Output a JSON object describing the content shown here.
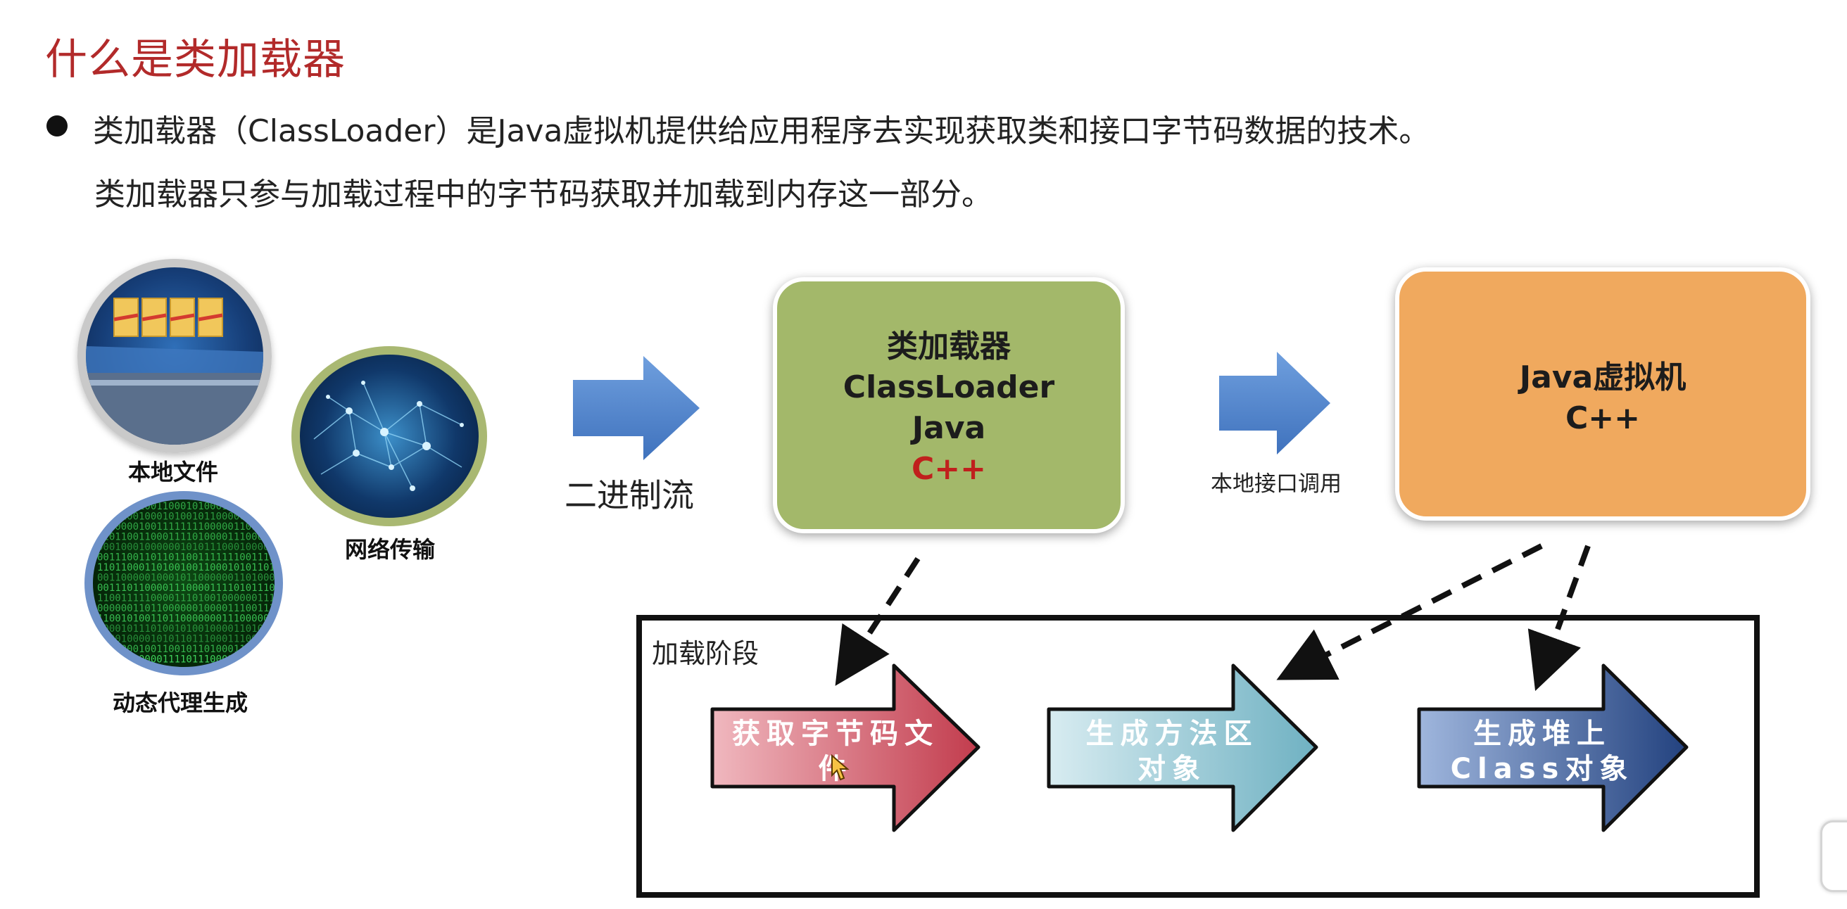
{
  "slide": {
    "title": "什么是类加载器",
    "line1": "类加载器（ClassLoader）是Java虚拟机提供给应用程序去实现获取类和接口字节码数据的技术。",
    "line2": "类加载器只参与加载过程中的字节码获取并加载到内存这一部分。"
  },
  "sources": {
    "local": "本地文件",
    "network": "网络传输",
    "proxy": "动态代理生成"
  },
  "flow": {
    "binary_stream": "二进制流",
    "native_call": "本地接口调用"
  },
  "classloader_box": {
    "line1": "类加载器",
    "line2": "ClassLoader",
    "line3": "Java",
    "line4": "C++"
  },
  "jvm_box": {
    "line1": "Java虚拟机",
    "line2": "C++"
  },
  "stage": {
    "label": "加载阶段",
    "step1_line1": "获取字节码文",
    "step1_line2": "件",
    "step2_line1": "生成方法区",
    "step2_line2": "对象",
    "step3_line1": "生成堆上",
    "step3_line2": "Class对象"
  },
  "colors": {
    "title": "#b22a2a",
    "classloader_box": "#a3b86a",
    "jvm_box": "#f0a95e",
    "cpp_text": "#c0201d",
    "flow_arrow": "#4a7fc8",
    "step1": "#c94a58",
    "step2": "#7ab9c7",
    "step3": "#2f5490"
  }
}
